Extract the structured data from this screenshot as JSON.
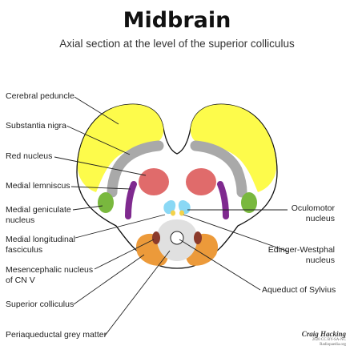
{
  "title": "Midbrain",
  "subtitle": "Axial section at the level of the superior colliculus",
  "labels": {
    "cerebral_peduncle": "Cerebral peduncle",
    "substantia_nigra": "Substantia nigra",
    "red_nucleus": "Red nucleus",
    "medial_lemniscus": "Medial lemniscus",
    "medial_geniculate_1": "Medial geniculate",
    "medial_geniculate_2": "nucleus",
    "mlf_1": "Medial longitudinal",
    "mlf_2": "fasciculus",
    "mesencephalic_1": "Mesencephalic nucleus",
    "mesencephalic_2": "of CN V",
    "superior_colliculus": "Superior colliculus",
    "periaqueductal": "Periaqueductal grey matter",
    "oculomotor_1": "Oculomotor",
    "oculomotor_2": "nucleus",
    "edinger_1": "Edinger-Westphal",
    "edinger_2": "nucleus",
    "aqueduct": "Aqueduct of Sylvius"
  },
  "credit": {
    "signature": "Craig Hacking",
    "license": "2020 CC BY-SA-NC",
    "site": "Radiopaedia.org"
  },
  "colors": {
    "peduncle": "#fdfb4b",
    "nigra": "#a9a9a9",
    "red_nucleus": "#e06b6b",
    "lemniscus": "#7f2a8f",
    "geniculate": "#79b83e",
    "oculomotor": "#8ad8f5",
    "edinger": "#f4d24a",
    "colliculus": "#ec9a3a",
    "mesencephalic": "#8b3a2b",
    "periaqueductal": "#e0e0e0",
    "outline": "#111111",
    "leader": "#222222"
  }
}
